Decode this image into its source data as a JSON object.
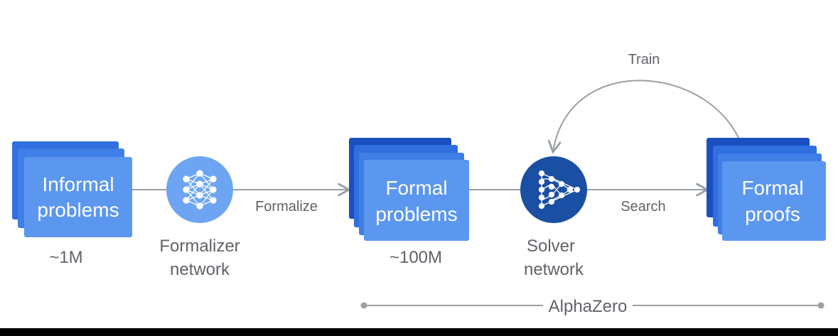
{
  "colors": {
    "card_light": "#5b97ef",
    "card_mid": "#2f6fe0",
    "card_dark": "#1b4fbf",
    "formalizer_circle": "#6ea5f2",
    "solver_circle": "#1a4fa3",
    "line": "#9aa0a6",
    "text_gray": "#5f6368"
  },
  "nodes": {
    "informal": {
      "line1": "Informal",
      "line2": "problems",
      "count": "~1M"
    },
    "formalizer": {
      "line1": "Formalizer",
      "line2": "network",
      "icon": "neural-network-icon"
    },
    "formal_problems": {
      "line1": "Formal",
      "line2": "problems",
      "count": "~100M"
    },
    "solver": {
      "line1": "Solver",
      "line2": "network",
      "icon": "neural-network-play-icon"
    },
    "formal_proofs": {
      "line1": "Formal",
      "line2": "proofs"
    }
  },
  "edges": {
    "formalize": "Formalize",
    "search": "Search",
    "train": "Train"
  },
  "bracket": {
    "label": "AlphaZero"
  }
}
